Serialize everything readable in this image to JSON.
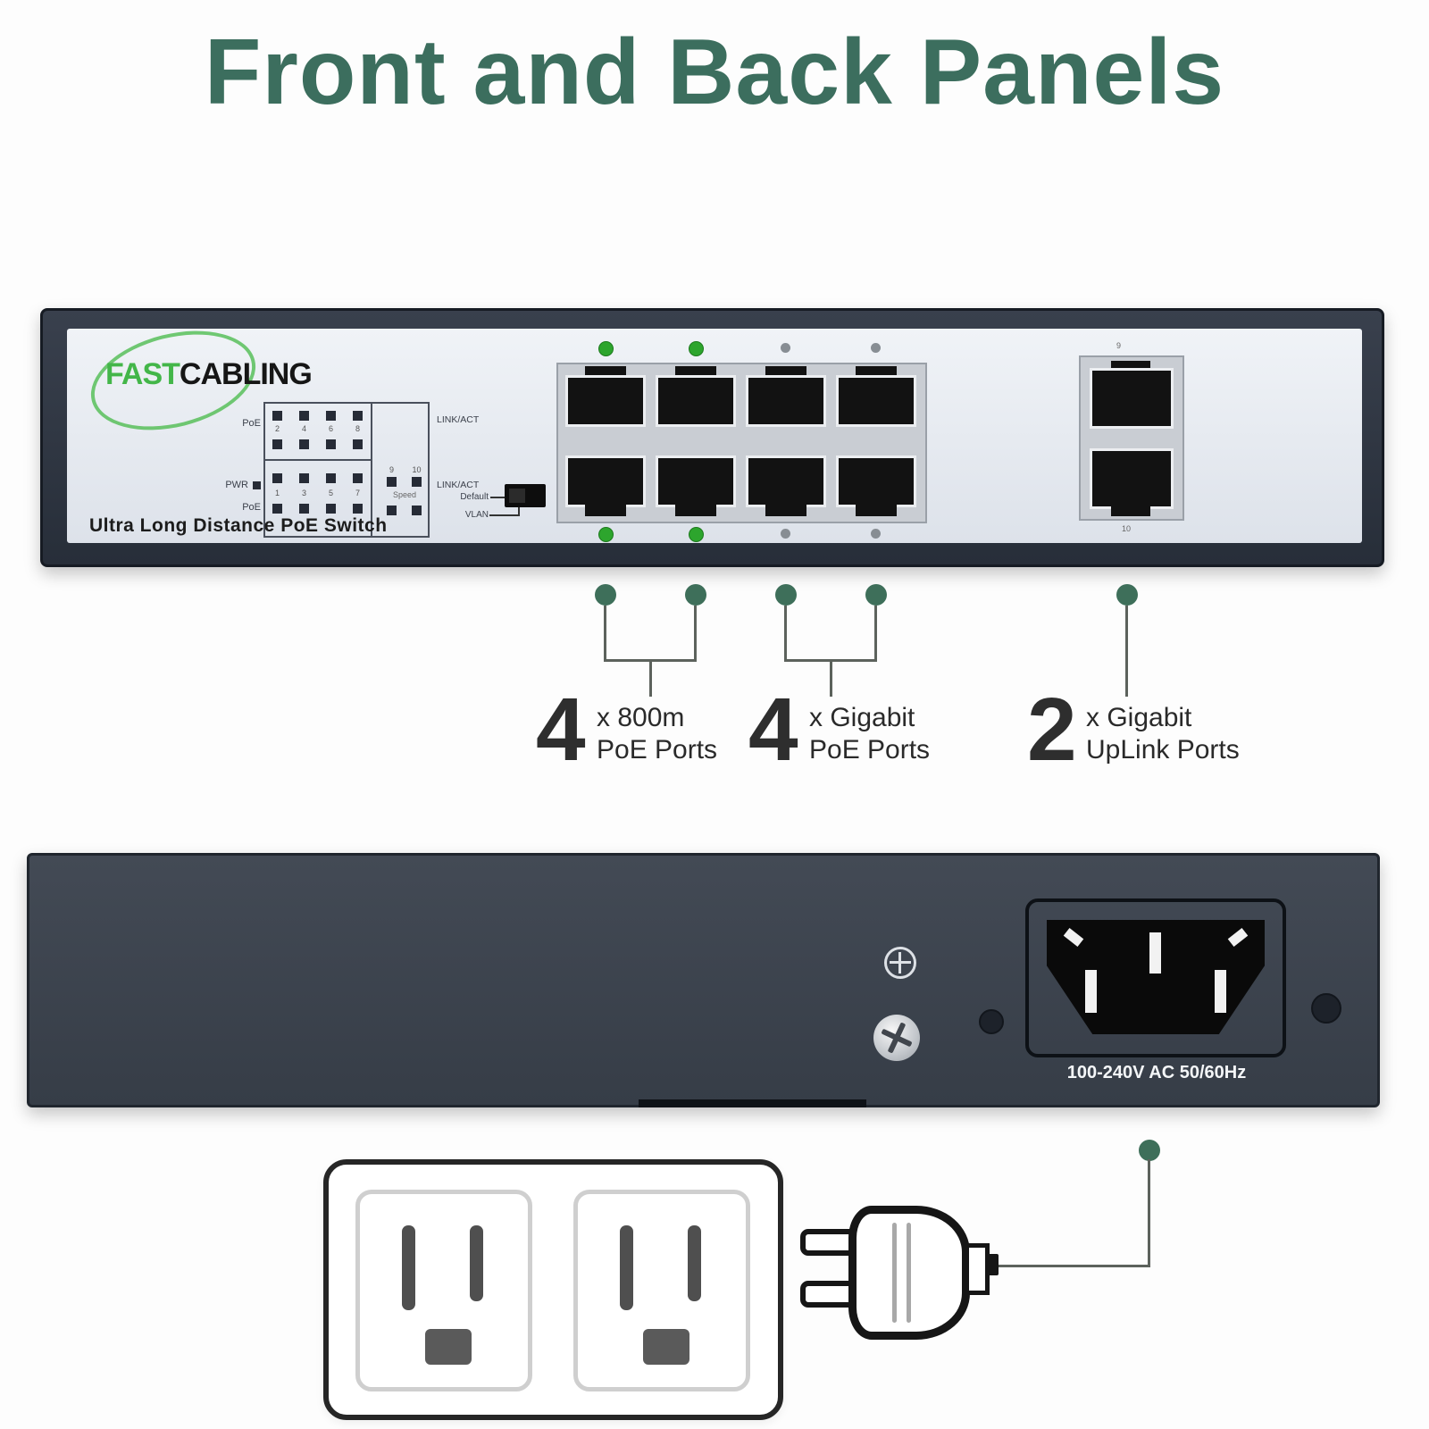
{
  "title": "Front and Back Panels",
  "colors": {
    "title_green": "#3c6e5e",
    "brand_green": "#43b649",
    "led_green": "#2da52d",
    "annotation_green": "#3e6f5a",
    "panel_dark": "#323946",
    "face_light": "#e9edf3"
  },
  "front_panel": {
    "brand_fast": "FAST",
    "brand_cabling": "CABLING",
    "product_name": "Ultra Long Distance PoE Switch",
    "leds": {
      "poe_top_label": "PoE",
      "pwr_label": "PWR",
      "poe_bottom_label": "PoE",
      "link_act_top": "LINK/ACT",
      "link_act_bottom": "LINK/ACT",
      "speed_label": "Speed",
      "top_numbers": [
        "2",
        "4",
        "6",
        "8"
      ],
      "bottom_numbers": [
        "1",
        "3",
        "5",
        "7"
      ],
      "uplink_numbers": [
        "9",
        "10"
      ]
    },
    "dip_switch": {
      "line1": "Default",
      "line2": "VLAN"
    },
    "uplink_top_label": "9",
    "uplink_bottom_label": "10"
  },
  "annotations": [
    {
      "count": "4",
      "line1": "x 800m",
      "line2": "PoE Ports"
    },
    {
      "count": "4",
      "line1": "x Gigabit",
      "line2": "PoE Ports"
    },
    {
      "count": "2",
      "line1": "x Gigabit",
      "line2": "UpLink Ports"
    }
  ],
  "back_panel": {
    "power_rating": "100-240V AC 50/60Hz"
  }
}
